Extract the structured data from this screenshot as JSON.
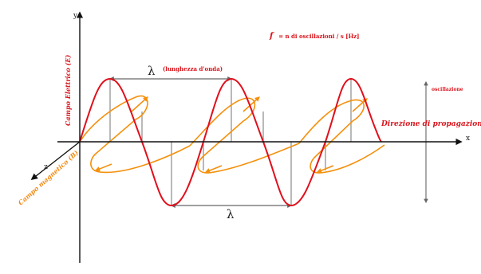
{
  "formula": {
    "symbol": "f",
    "text": "= n di oscillazioni / s [Hz]"
  },
  "axes": {
    "x": "x",
    "y": "y",
    "z": "z"
  },
  "labels": {
    "electric_field": "Campo Elettrico (E)",
    "magnetic_field": "Campo magnetico (B)",
    "wavelength_top_symbol": "λ",
    "wavelength_top_text": "(lunghezza d'onda)",
    "wavelength_bottom_symbol": "λ",
    "oscillation": "oscillazione",
    "propagation": "Direzione di propagazione"
  },
  "colors": {
    "electric": "#e0101c",
    "magnetic": "#f4900c",
    "axis": "#111111",
    "guide": "#8a8a8a"
  }
}
